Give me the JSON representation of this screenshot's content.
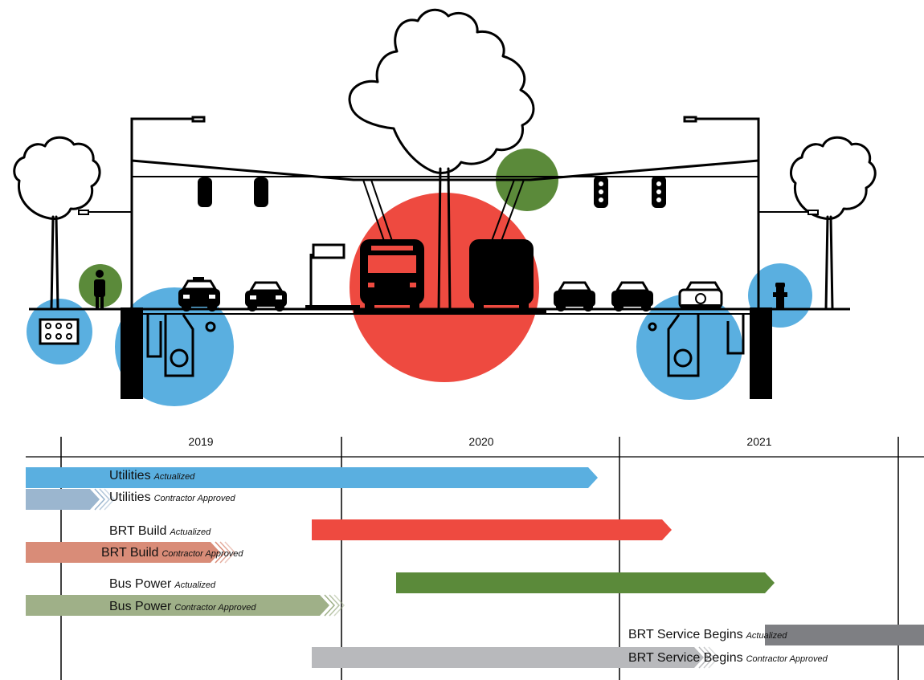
{
  "colors": {
    "utilities": "#5aafe0",
    "utilities_plan": "#9bb6cf",
    "brt_build": "#ee4a40",
    "brt_build_plan": "#d98c78",
    "bus_power": "#5b8a3a",
    "bus_power_plan": "#9fb088",
    "service": "#7e7f83",
    "service_plan": "#b8b9bc",
    "outline": "#000000",
    "circle_blue": "#5aafe0",
    "circle_red": "#ee4a40",
    "circle_green": "#5b8a3a"
  },
  "illustration": {
    "icons": [
      "tree-icon",
      "streetlight-icon",
      "traffic-signal-icon",
      "pedestrian-icon",
      "taxi-icon",
      "car-icon",
      "bus-stop-shelter-icon",
      "trolleybus-icon",
      "parking-meter-car-icon",
      "fire-hydrant-icon",
      "utility-vault-icon",
      "electrical-box-icon"
    ]
  },
  "timeline": {
    "years": [
      "2019",
      "2020",
      "2021"
    ],
    "tasks": [
      {
        "name": "Utilities",
        "status": "Actualized",
        "type": "actual",
        "color_key": "utilities"
      },
      {
        "name": "Utilities",
        "status": "Contractor Approved",
        "type": "plan",
        "color_key": "utilities_plan"
      },
      {
        "name": "BRT Build",
        "status": "Actualized",
        "type": "actual",
        "color_key": "brt_build"
      },
      {
        "name": "BRT Build",
        "status": "Contractor Approved",
        "type": "plan",
        "color_key": "brt_build_plan"
      },
      {
        "name": "Bus Power",
        "status": "Actualized",
        "type": "actual",
        "color_key": "bus_power"
      },
      {
        "name": "Bus Power",
        "status": "Contractor Approved",
        "type": "plan",
        "color_key": "bus_power_plan"
      },
      {
        "name": "BRT Service Begins",
        "status": "Actualized",
        "type": "actual",
        "color_key": "service"
      },
      {
        "name": "BRT Service Begins",
        "status": "Contractor Approved",
        "type": "plan",
        "color_key": "service_plan"
      }
    ]
  }
}
